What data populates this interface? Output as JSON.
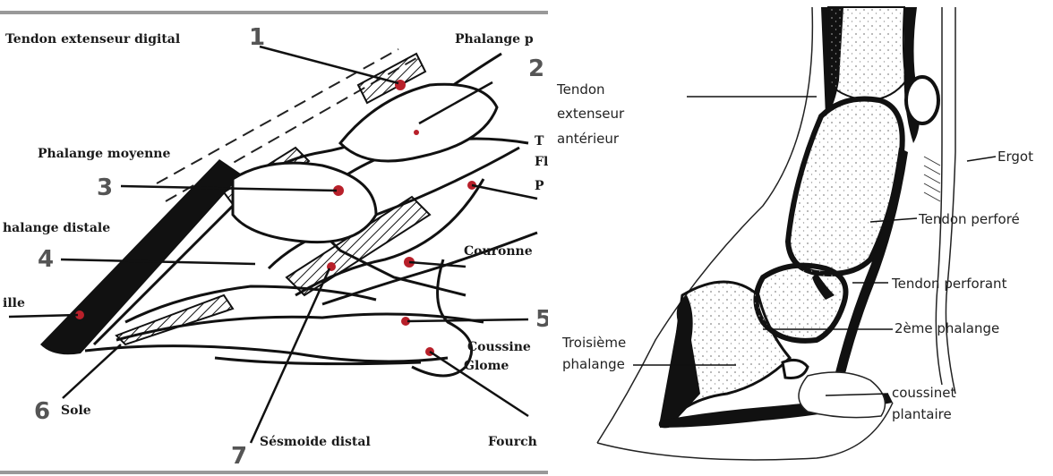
{
  "left_diagram": {
    "labels": {
      "tendon_extenseur": "Tendon extenseur digital",
      "phalange_proximale": "Phalange p",
      "phalange_moyenne": "Phalange moyenne",
      "phalange_distale": "halange distale",
      "muraille": "ille",
      "couronne": "Couronne",
      "coussinet": "Coussine",
      "glome": "Glome",
      "sole": "Sole",
      "sesamoide": "Sésmoide distal",
      "fourchette": "Fourch",
      "tf1": "T",
      "tf2": "Fl",
      "tf3": "P"
    },
    "numbers": {
      "n1": "1",
      "n2": "2",
      "n3": "3",
      "n4": "4",
      "n5": "5",
      "n6": "6",
      "n7": "7"
    }
  },
  "right_diagram": {
    "labels": {
      "tendon_ext_1": "Tendon",
      "tendon_ext_2": "extenseur",
      "tendon_ext_3": "antérieur",
      "ergot": "Ergot",
      "tendon_perfore": "Tendon perforé",
      "tendon_perforant": "Tendon perforant",
      "phalange2": "2ème phalange",
      "troisieme_1": "Troisième",
      "troisieme_2": "phalange",
      "coussinet_1": "coussinet",
      "coussinet_2": "plantaire"
    }
  }
}
